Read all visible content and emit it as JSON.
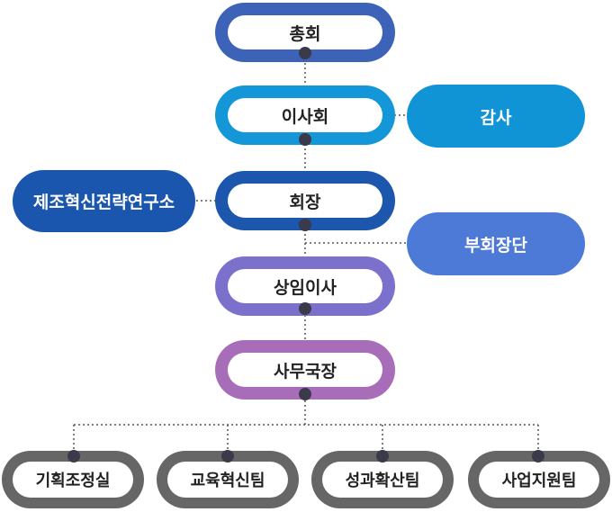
{
  "colors": {
    "assembly": "#3d63b8",
    "board": "#1497d8",
    "auditor": "#1094d6",
    "research": "#1a56ad",
    "chairman": "#1c56ad",
    "vice": "#4d7ad6",
    "managing": "#7b71cd",
    "director": "#a86db8",
    "team": "#666666",
    "dot": "#3a3a4a"
  },
  "nodes": {
    "assembly": "총회",
    "board": "이사회",
    "auditor": "감사",
    "chairman": "회장",
    "research": "제조혁신전략연구소",
    "vice": "부회장단",
    "managing": "상임이사",
    "director": "사무국장"
  },
  "teams": [
    "기획조정실",
    "교육혁신팀",
    "성과확산팀",
    "사업지원팀"
  ]
}
